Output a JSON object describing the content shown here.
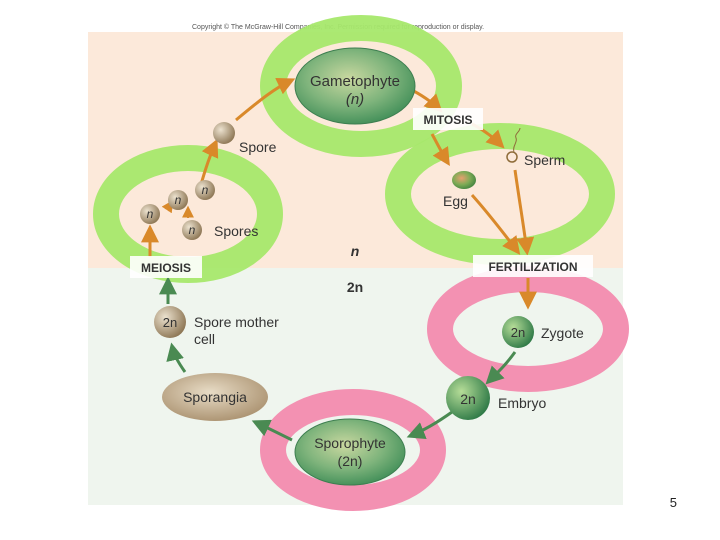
{
  "copyright": "Copyright © The McGraw-Hill Companies, Inc. Permission required for reproduction or display.",
  "page_number": "5",
  "ploidy_haploid": "n",
  "ploidy_diploid": "2n",
  "stages": {
    "gametophyte": {
      "name": "Gametophyte",
      "ploidy": "(n)"
    },
    "spore": "Spore",
    "spores": "Spores",
    "n_marker": "n",
    "egg": "Egg",
    "sperm": "Sperm",
    "zygote": "Zygote",
    "embryo": "Embryo",
    "sporophyte": {
      "name": "Sporophyte",
      "ploidy": "(2n)"
    },
    "sporangia": "Sporangia",
    "spore_mother_cell": {
      "line1": "Spore mother",
      "line2": "cell"
    },
    "two_n_marker": "2n"
  },
  "processes": {
    "mitosis": "MITOSIS",
    "meiosis": "MEIOSIS",
    "fertilization": "FERTILIZATION"
  },
  "colors": {
    "haploid_bg": "#FCE9DA",
    "diploid_bg": "#EFF5EE",
    "green_ring": "#A6E86B",
    "pink_ring": "#F28BAE",
    "arrow_orange": "#D9892A",
    "arrow_green": "#4A8A52"
  }
}
